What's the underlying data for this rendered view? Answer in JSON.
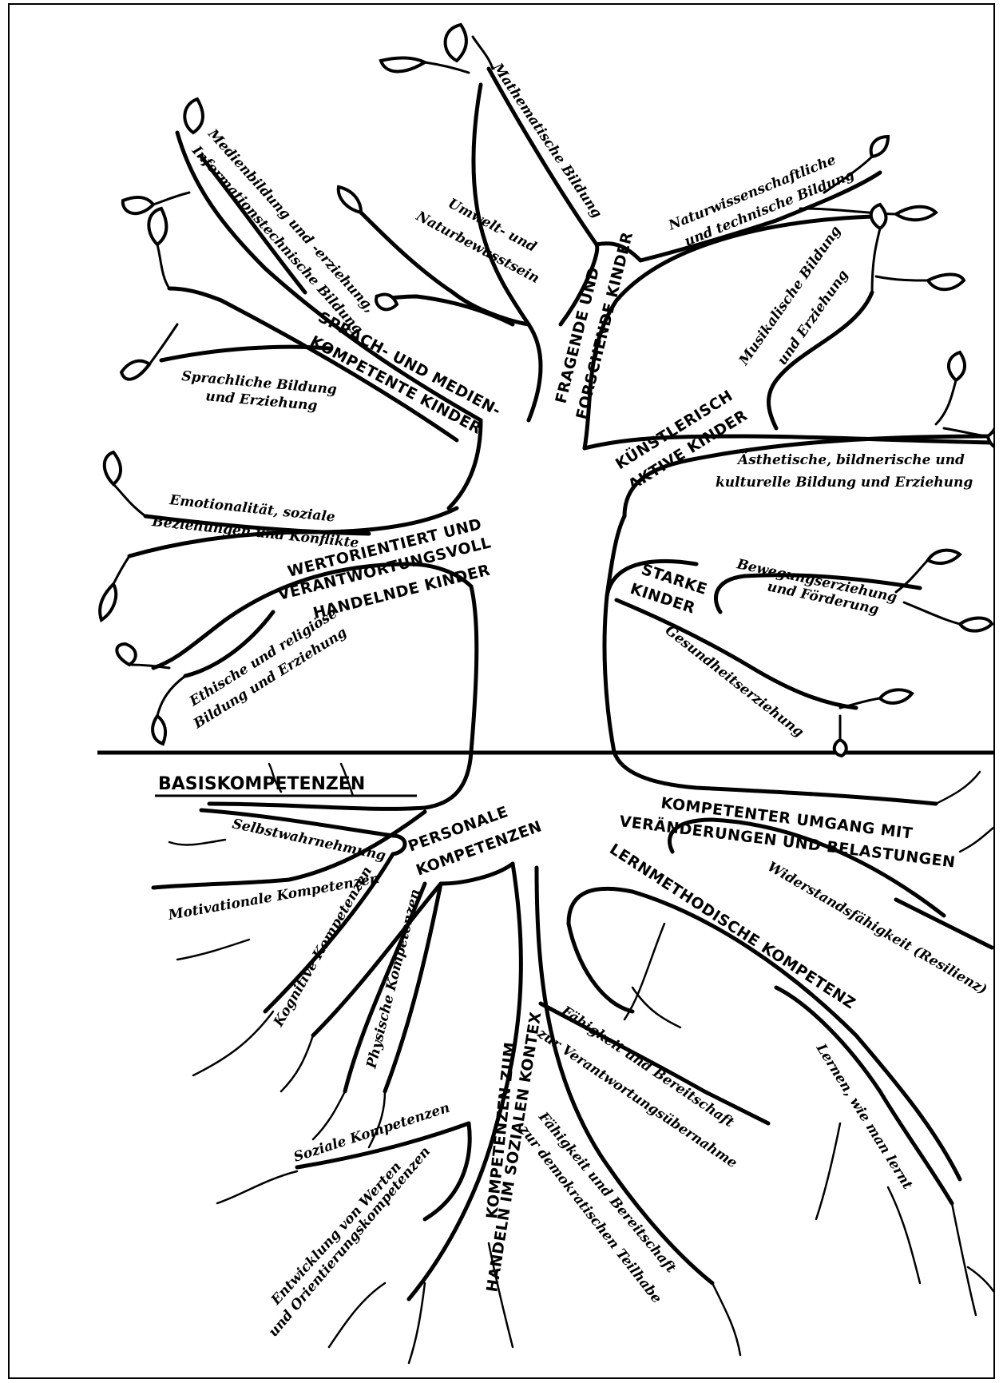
{
  "diagram": {
    "crown_branches": [
      {
        "id": "sprach",
        "title_lines": [
          "SPRACH- UND MEDIEN-",
          "KOMPETENTE KINDER"
        ],
        "areas": [
          {
            "lines": [
              "Medienbildung und -erziehung,",
              "Informationstechnische Bildung"
            ]
          },
          {
            "lines": [
              "Sprachliche Bildung",
              "und Erziehung"
            ]
          }
        ]
      },
      {
        "id": "fragende",
        "title_lines": [
          "FRAGENDE UND",
          "FORSCHENDE KINDER"
        ],
        "areas": [
          {
            "lines": [
              "Mathematische Bildung"
            ]
          },
          {
            "lines": [
              "Umwelt- und",
              "Naturbewusstsein"
            ]
          },
          {
            "lines": [
              "Naturwissenschaftliche",
              "und technische Bildung"
            ]
          }
        ]
      },
      {
        "id": "kuenstlerisch",
        "title_lines": [
          "KÜNSTLERISCH",
          "AKTIVE KINDER"
        ],
        "areas": [
          {
            "lines": [
              "Musikalische Bildung",
              "und Erziehung"
            ]
          },
          {
            "lines": [
              "Ästhetische, bildnerische und",
              "kulturelle Bildung und Erziehung"
            ]
          }
        ]
      },
      {
        "id": "wert",
        "title_lines": [
          "WERTORIENTIERT UND",
          "VERANTWORTUNGSVOLL",
          "HANDELNDE KINDER"
        ],
        "areas": [
          {
            "lines": [
              "Emotionalität, soziale",
              "Beziehungen und Konflikte"
            ]
          },
          {
            "lines": [
              "Ethische und religiöse",
              "Bildung und Erziehung"
            ]
          }
        ]
      },
      {
        "id": "starke",
        "title_lines": [
          "STARKE",
          "KINDER"
        ],
        "areas": [
          {
            "lines": [
              "Bewegungserziehung",
              "und Förderung"
            ]
          },
          {
            "lines": [
              "Gesundheitserziehung"
            ]
          }
        ]
      }
    ],
    "ground_label": "BASISKOMPETENZEN",
    "root_branches": [
      {
        "id": "personal",
        "title_lines": [
          "PERSONALE",
          "KOMPETENZEN"
        ],
        "areas": [
          {
            "lines": [
              "Selbstwahrnehmung"
            ]
          },
          {
            "lines": [
              "Motivationale Kompetenzen"
            ]
          },
          {
            "lines": [
              "Kognitive Kompetenzen"
            ]
          },
          {
            "lines": [
              "Physische Kompetenzen"
            ]
          }
        ]
      },
      {
        "id": "sozial",
        "title_lines": [
          "KOMPETENZEN ZUM",
          "HANDELN IM SOZIALEN KONTEX"
        ],
        "areas": [
          {
            "lines": [
              "Soziale Kompetenzen"
            ]
          },
          {
            "lines": [
              "Entwicklung von Werten",
              "und Orientierungskompetenzen"
            ]
          },
          {
            "lines": [
              "Fähigkeit und Bereitschaft",
              "zur Verantwortungsübernahme"
            ]
          },
          {
            "lines": [
              "Fähigkeit und Bereitschaft",
              "zur demokratischen Teilhabe"
            ]
          }
        ]
      },
      {
        "id": "lern",
        "title_lines": [
          "LERNMETHODISCHE KOMPETENZ"
        ],
        "areas": [
          {
            "lines": [
              "Lernen, wie man lernt"
            ]
          }
        ]
      },
      {
        "id": "umgang",
        "title_lines": [
          "KOMPETENTER UMGANG MIT",
          "VERÄNDERUNGEN UND BELASTUNGEN"
        ],
        "areas": [
          {
            "lines": [
              "Widerstandsfähigkeit (Resilienz)"
            ]
          }
        ]
      }
    ]
  }
}
